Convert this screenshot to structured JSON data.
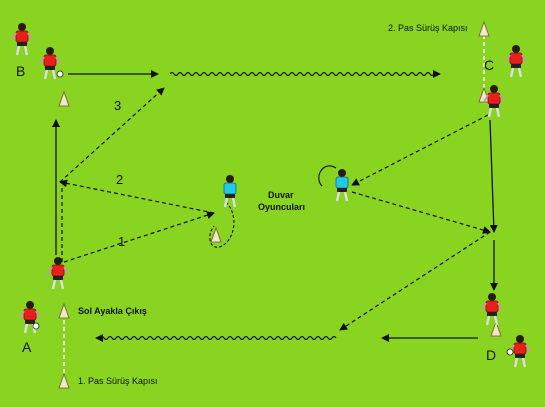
{
  "labels": {
    "gate_1": "1. Pas Sürüş Kapısı",
    "gate_2": "2. Pas Sürüş Kapısı",
    "left_foot_exit": "Sol Ayakla Çıkış",
    "wall_players_line1": "Duvar",
    "wall_players_line2": "Oyuncuları"
  },
  "stations": {
    "a": "A",
    "b": "B",
    "c": "C",
    "d": "D"
  },
  "pass_numbers": {
    "p1": "1",
    "p2": "2",
    "p3": "3"
  },
  "cone_mark": "Δ",
  "colors": {
    "pitch": "#88d420",
    "line": "#111111",
    "player_red": "#e8201c",
    "player_cyan": "#22c8e8",
    "cone": "#f0e6c8"
  }
}
